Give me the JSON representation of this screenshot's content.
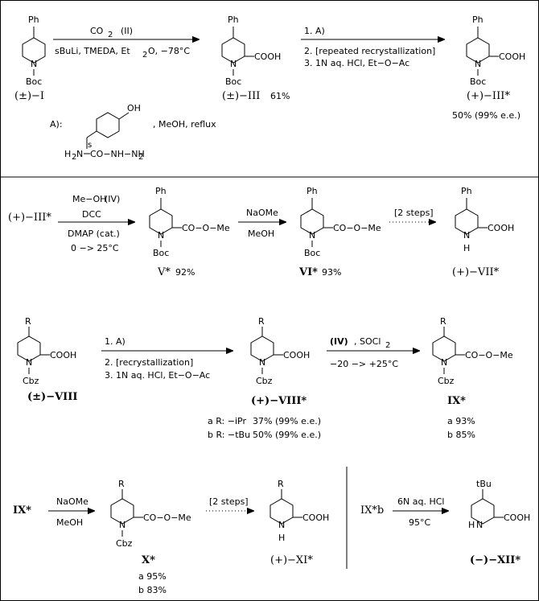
{
  "rows": {
    "r1": {
      "reagent_top": "CO",
      "reagent_top_sub": "2",
      "reagent_top_ref": "(II)",
      "reagent_bottom": "sBuLi, TMEDA, Et",
      "reagent_bottom_sub": "2",
      "reagent_bottom_tail": "O, −78°C",
      "label_I": "(±)−I",
      "label_III": "(±)−III",
      "yield_III": "61%",
      "step1": "1. A)",
      "step2": "2. [repeated recrystallization]",
      "step3": "3. 1N aq. HCl, Et−O−Ac",
      "label_IIIstar": "(+)−III*",
      "yield_IIIstar": "50% (99% e.e.)",
      "reagentA_label": "A):",
      "reagentA_conditions": ", MeOH, reflux",
      "reagentA_chain": "H",
      "reagentA_chain2": "N",
      "reagentA_chain3": "CO−NH−NH",
      "reagentA_sub2": "2",
      "reagentA_s": "s",
      "reagentA_oh": "OH"
    },
    "r2": {
      "start_label": "(+)−III*",
      "reagent1": "Me−OH",
      "reagent1_ref": "(IV)",
      "reagent2": "DCC",
      "reagent3": "DMAP (cat.)",
      "reagent4": "0 −> 25°C",
      "label_V": "V*",
      "yield_V": "92%",
      "naome": "NaOMe",
      "meoh": "MeOH",
      "label_VI": "VI*",
      "yield_VI": "93%",
      "steps": "[2 steps]",
      "label_VII": "(+)−VII*"
    },
    "r3": {
      "label_VIII": "(±)−VIII",
      "step1": "1. A)",
      "step2": "2. [recrystallization]",
      "step3": "3. 1N aq. HCl, Et−O−Ac",
      "label_VIIIstar": "(+)−VIII*",
      "row_a": "a R: −iPr",
      "row_a_val": "37% (99% e.e.)",
      "row_b": "b R: −tBu",
      "row_b_val": "50% (99% e.e.)",
      "reagent_ref": "(IV)",
      "reagent_socl": ", SOCl",
      "reagent_socl_sub": "2",
      "temp": "−20 −> +25°C",
      "label_IX": "IX*",
      "ix_a": "a 93%",
      "ix_b": "b 85%"
    },
    "r4": {
      "start_label": "IX*",
      "naome": "NaOMe",
      "meoh": "MeOH",
      "label_X": "X*",
      "x_a": "a 95%",
      "x_b": "b 83%",
      "steps": "[2 steps]",
      "label_XI": "(+)−XI*",
      "ixb_label": "IX*b",
      "hcl": "6N aq. HCl",
      "temp": "95°C",
      "label_XII": "(−)−XII*"
    }
  },
  "atoms": {
    "ph": "Ph",
    "r": "R",
    "tbu": "tBu",
    "n": "N",
    "nh": "N",
    "h": "H",
    "boc": "Boc",
    "cbz": "Cbz",
    "cooh": "COOH",
    "coome": "CO−O−Me"
  }
}
